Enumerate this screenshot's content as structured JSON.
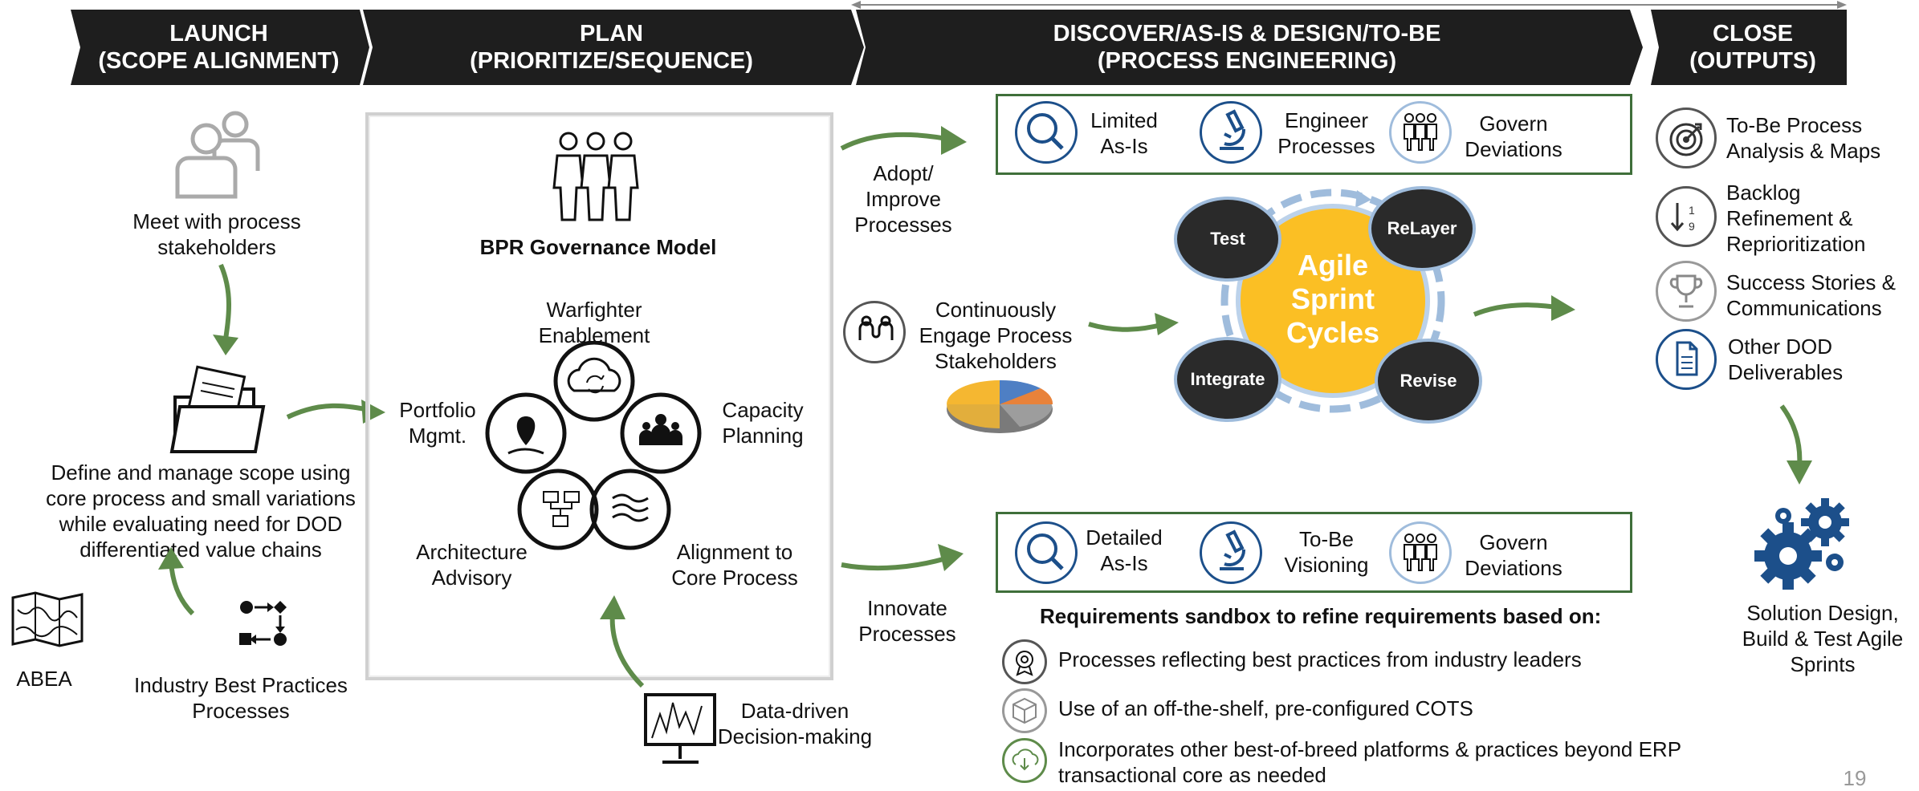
{
  "phases": [
    {
      "line1": "LAUNCH",
      "line2": "(SCOPE ALIGNMENT)"
    },
    {
      "line1": "PLAN",
      "line2": "(PRIORITIZE/SEQUENCE)"
    },
    {
      "line1": "DISCOVER/AS-IS & DESIGN/TO-BE",
      "line2": "(PROCESS ENGINEERING)"
    },
    {
      "line1": "CLOSE",
      "line2": "(OUTPUTS)"
    }
  ],
  "launch": {
    "meet": "Meet with process stakeholders",
    "define": "Define and manage scope using core process and small variations while evaluating need for DOD differentiated value chains",
    "abea": "ABEA",
    "industry": "Industry Best Practices Processes"
  },
  "plan": {
    "model_title": "BPR Governance Model",
    "warfighter": "Warfighter Enablement",
    "portfolio": "Portfolio Mgmt.",
    "capacity": "Capacity Planning",
    "architecture": "Architecture Advisory",
    "alignment": "Alignment to Core Process",
    "data_driven": "Data-driven Decision-making"
  },
  "discover": {
    "adopt": "Adopt/ Improve Processes",
    "engage": "Continuously Engage Process Stakeholders",
    "innovate": "Innovate Processes",
    "top_box": [
      "Limited As-Is",
      "Engineer Processes",
      "Govern Deviations"
    ],
    "bottom_box": [
      "Detailed As-Is",
      "To-Be Visioning",
      "Govern Deviations"
    ],
    "sprint_center": "Agile Sprint Cycles",
    "sprint_nodes": [
      "Test",
      "ReLayer",
      "Integrate",
      "Revise"
    ],
    "sandbox_title": "Requirements sandbox to refine requirements based on:",
    "sandbox_items": [
      "Processes reflecting best practices from industry leaders",
      "Use of an off-the-shelf, pre-configured COTS",
      "Incorporates other best-of-breed platforms & practices beyond ERP transactional core as needed"
    ]
  },
  "close": {
    "items": [
      "To-Be Process Analysis & Maps",
      "Backlog Refinement & Reprioritization",
      "Success Stories & Communications",
      "Other DOD Deliverables"
    ],
    "solution": "Solution Design, Build & Test Agile Sprints"
  },
  "page_number": "19",
  "colors": {
    "header": "#1e1e1e",
    "arrow_green": "#5e8b4a",
    "box_green": "#3f6f3a",
    "blue": "#1c4f8a",
    "sprint_yellow": "#fbbf24"
  }
}
